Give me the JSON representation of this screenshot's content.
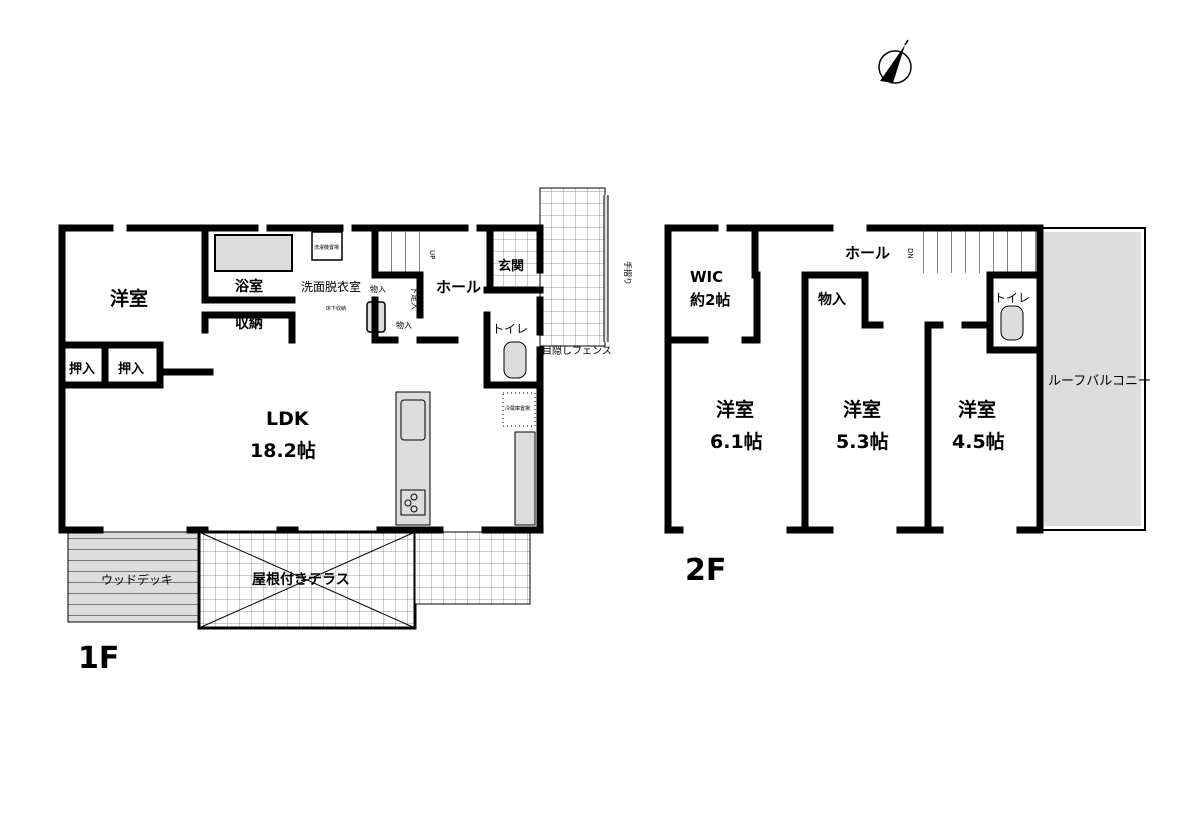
{
  "compass": {
    "icon": "north-arrow-icon"
  },
  "floor1": {
    "floor_label": "1F",
    "rooms": {
      "western_room": "洋室",
      "closet_1": "押入",
      "closet_2": "押入",
      "bath": "浴室",
      "storage": "収納",
      "washroom": "洗面脱衣室",
      "washer_space": "洗濯機置場",
      "underfloor_storage": "床下収納",
      "storage_small_1": "物入",
      "storage_small_2": "物入",
      "shoe_closet": "下足入",
      "hall": "ホール",
      "stairs_up": "UP",
      "entrance": "玄関",
      "toilet": "トイレ",
      "ldk": "LDK",
      "ldk_size": "18.2帖",
      "fridge_space": "冷蔵庫置場",
      "wood_deck": "ウッドデッキ",
      "covered_terrace": "屋根付きテラス",
      "privacy_fence": "目隠しフェンス",
      "handrail": "手摺り"
    }
  },
  "floor2": {
    "floor_label": "2F",
    "rooms": {
      "wic": "WIC",
      "wic_size": "約2帖",
      "hall": "ホール",
      "stairs_down": "DN",
      "storage": "物入",
      "toilet": "トイレ",
      "room_a": "洋室",
      "room_a_size": "6.1帖",
      "room_b": "洋室",
      "room_b_size": "5.3帖",
      "room_c": "洋室",
      "room_c_size": "4.5帖",
      "roof_balcony": "ルーフバルコニー"
    }
  }
}
